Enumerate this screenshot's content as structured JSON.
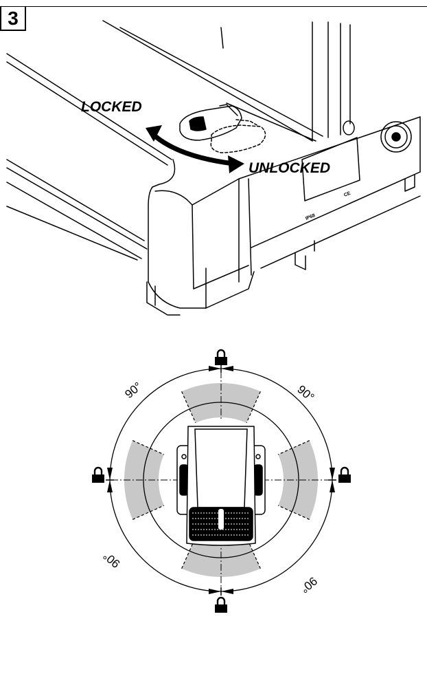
{
  "figure": {
    "step_number": "3",
    "label_locked": "LOCKED",
    "label_unlocked": "UNLOCKED",
    "angle_labels": [
      "90°",
      "90°",
      "90°",
      "90°"
    ],
    "device_marks": [
      "IP68",
      "CE"
    ]
  },
  "colors": {
    "line": "#000000",
    "sector_fill": "#c8c8c8",
    "background": "#ffffff"
  },
  "icons": [
    "lock-icon",
    "rotate-arrow-icon"
  ]
}
